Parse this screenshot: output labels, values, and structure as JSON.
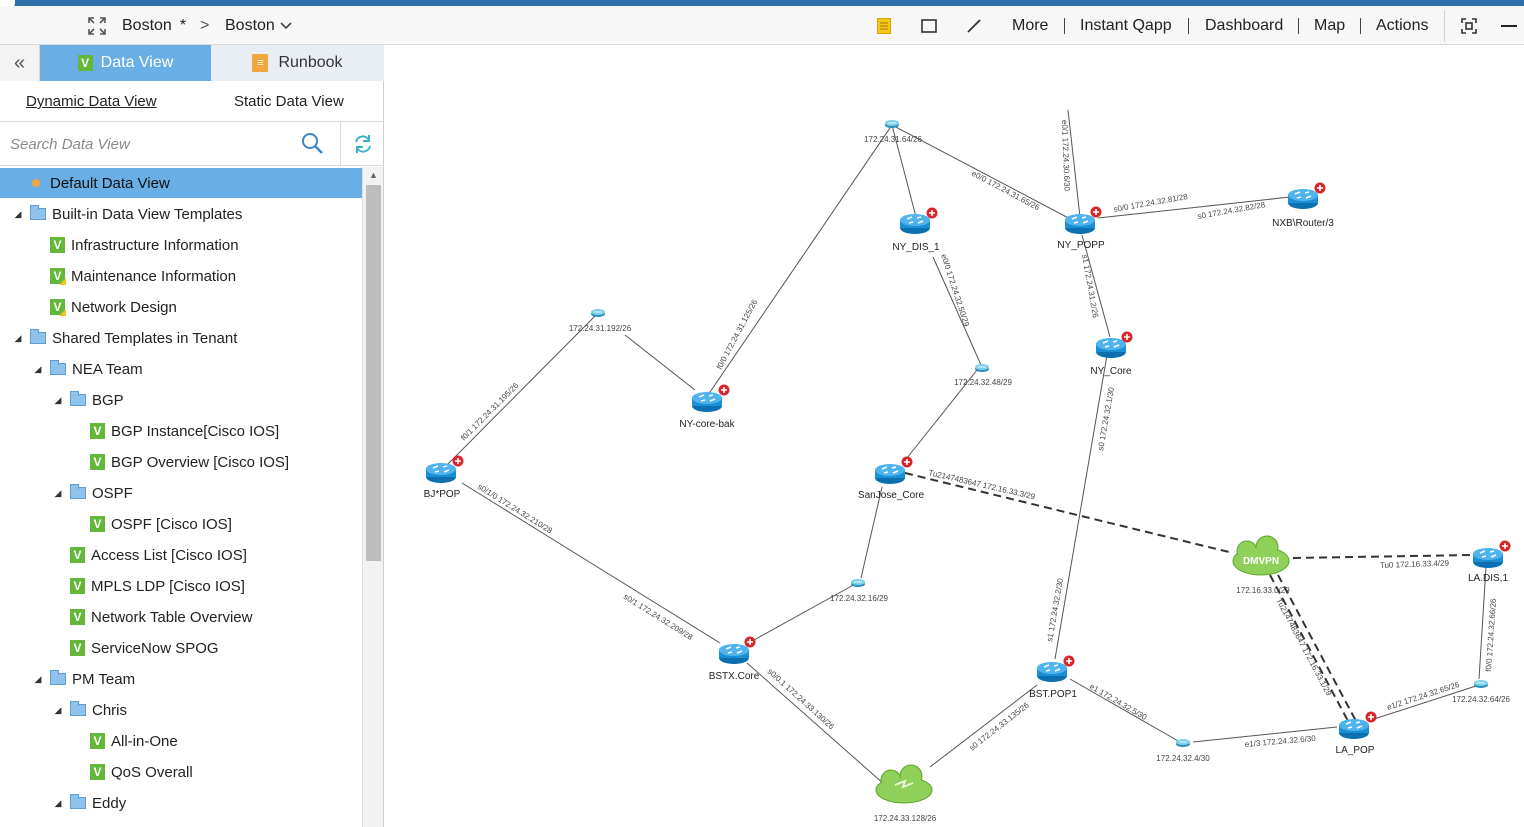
{
  "toolbar": {
    "breadcrumb_root": "Boston",
    "breadcrumb_modified": "*",
    "breadcrumb_sep": ">",
    "breadcrumb_current": "Boston",
    "more": "More",
    "instant_qapp": "Instant Qapp",
    "dashboard": "Dashboard",
    "map": "Map",
    "actions": "Actions"
  },
  "panel": {
    "tab_data_view": "Data View",
    "tab_runbook": "Runbook",
    "subtab_dynamic": "Dynamic Data View",
    "subtab_static": "Static Data View",
    "search_placeholder": "Search Data View"
  },
  "tree": [
    {
      "label": "Default Data View",
      "type": "default"
    },
    {
      "label": "Built-in Data View Templates",
      "type": "folder"
    },
    {
      "label": "Infrastructure Information",
      "type": "view"
    },
    {
      "label": "Maintenance Information",
      "type": "view-warn"
    },
    {
      "label": "Network Design",
      "type": "view-warn"
    },
    {
      "label": "Shared Templates in Tenant",
      "type": "folder"
    },
    {
      "label": "NEA Team",
      "type": "folder"
    },
    {
      "label": "BGP",
      "type": "folder"
    },
    {
      "label": "BGP Instance[Cisco IOS]",
      "type": "view"
    },
    {
      "label": "BGP Overview [Cisco IOS]",
      "type": "view"
    },
    {
      "label": "OSPF",
      "type": "folder"
    },
    {
      "label": "OSPF [Cisco IOS]",
      "type": "view"
    },
    {
      "label": "Access List [Cisco IOS]",
      "type": "view"
    },
    {
      "label": "MPLS LDP [Cisco IOS]",
      "type": "view"
    },
    {
      "label": "Network Table Overview",
      "type": "view"
    },
    {
      "label": "ServiceNow SPOG",
      "type": "view"
    },
    {
      "label": "PM Team",
      "type": "folder"
    },
    {
      "label": "Chris",
      "type": "folder"
    },
    {
      "label": "All-in-One",
      "type": "view"
    },
    {
      "label": "QoS Overall",
      "type": "view"
    },
    {
      "label": "Eddy",
      "type": "folder"
    }
  ],
  "map": {
    "devices": [
      "NY_DIS_1",
      "NY_POPP",
      "NXB\\Router/3",
      "NY_Core",
      "NY-core-bak",
      "BJ*POP",
      "SanJose_Core",
      "BSTX.Core",
      "BST.POP1",
      "LA_POP",
      "LA.DIS,1"
    ],
    "clouds": [
      "DMVPN"
    ],
    "subnets": [
      "172.24.31.64/26",
      "172.24.31.192/26",
      "172.24.32.48/29",
      "172.24.32.16/29",
      "172.16.33.0/29",
      "172.24.32.64/26",
      "172.24.32.4/30",
      "172.24.33.128/26"
    ],
    "interfaces": [
      "e0/1 172.24.30.6/30",
      "e0/0 172.24.31.65/26",
      "s0/0 172.24.32.81/28",
      "s0 172.24.32.82/28",
      "f0/0 172.24.31.125/26",
      "e0/0 172.24.32.50/29",
      "s1 172.24.31.2/26",
      "f0/1 172.24.31.195/26",
      "s0/1/0 172.24.32.210/28",
      "Tu2147483647 172.16.33.3/29",
      "s0 172.24.32.1/30",
      "Tu0 172.16.33.4/29",
      "Tu2147483647 172.16.33.1/29",
      "f0/0 172.24.32.66/26",
      "s0/1 172.24.32.209/28",
      "s0/0.1 172.24.33.130/26",
      "s1 172.24.32.2/30",
      "e1 172.24.32.5/30",
      "e1/2 172.24.32.65/26",
      "e1/3 172.24.32.6/30",
      "s0 172.24.33.135/26"
    ]
  },
  "colors": {
    "accent": "#6aaee6",
    "view_badge": "#63b83a",
    "runbook_badge": "#f2a640",
    "router": "#1a8fd6",
    "cloud_green": "#7cc24a"
  }
}
